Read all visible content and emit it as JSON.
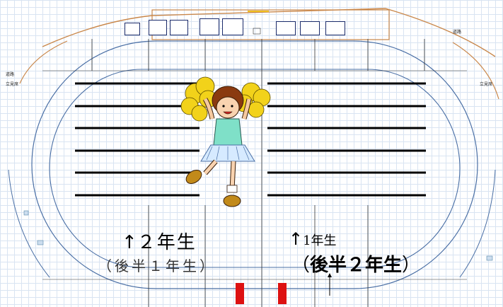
{
  "booths": [
    "",
    "",
    "",
    "",
    "",
    "",
    "",
    ""
  ],
  "facility_labels": {
    "road_top": "道路",
    "road_left": "道路",
    "stand_left": "立見席",
    "stand_right": "立見席",
    "track_note": "",
    "gate_left": "",
    "label_left_bottom": "",
    "label_left_bottom2": "",
    "label_left_bottom3": "",
    "bottom_center_note": "",
    "distance": "",
    "bottom_right_note": ""
  },
  "grade_labels": {
    "left_main": "２年生",
    "left_sub": "（後半１年生）",
    "right_main": "1年生",
    "right_sub_paren_open": "（",
    "right_sub": "後半２年生",
    "right_sub_paren_close": "）"
  },
  "arrow": "↑",
  "colors": {
    "track_line": "#4a6fa5",
    "boundary_line": "#c9874a",
    "marker_red": "#d11",
    "grid": "#d9e4f2"
  }
}
